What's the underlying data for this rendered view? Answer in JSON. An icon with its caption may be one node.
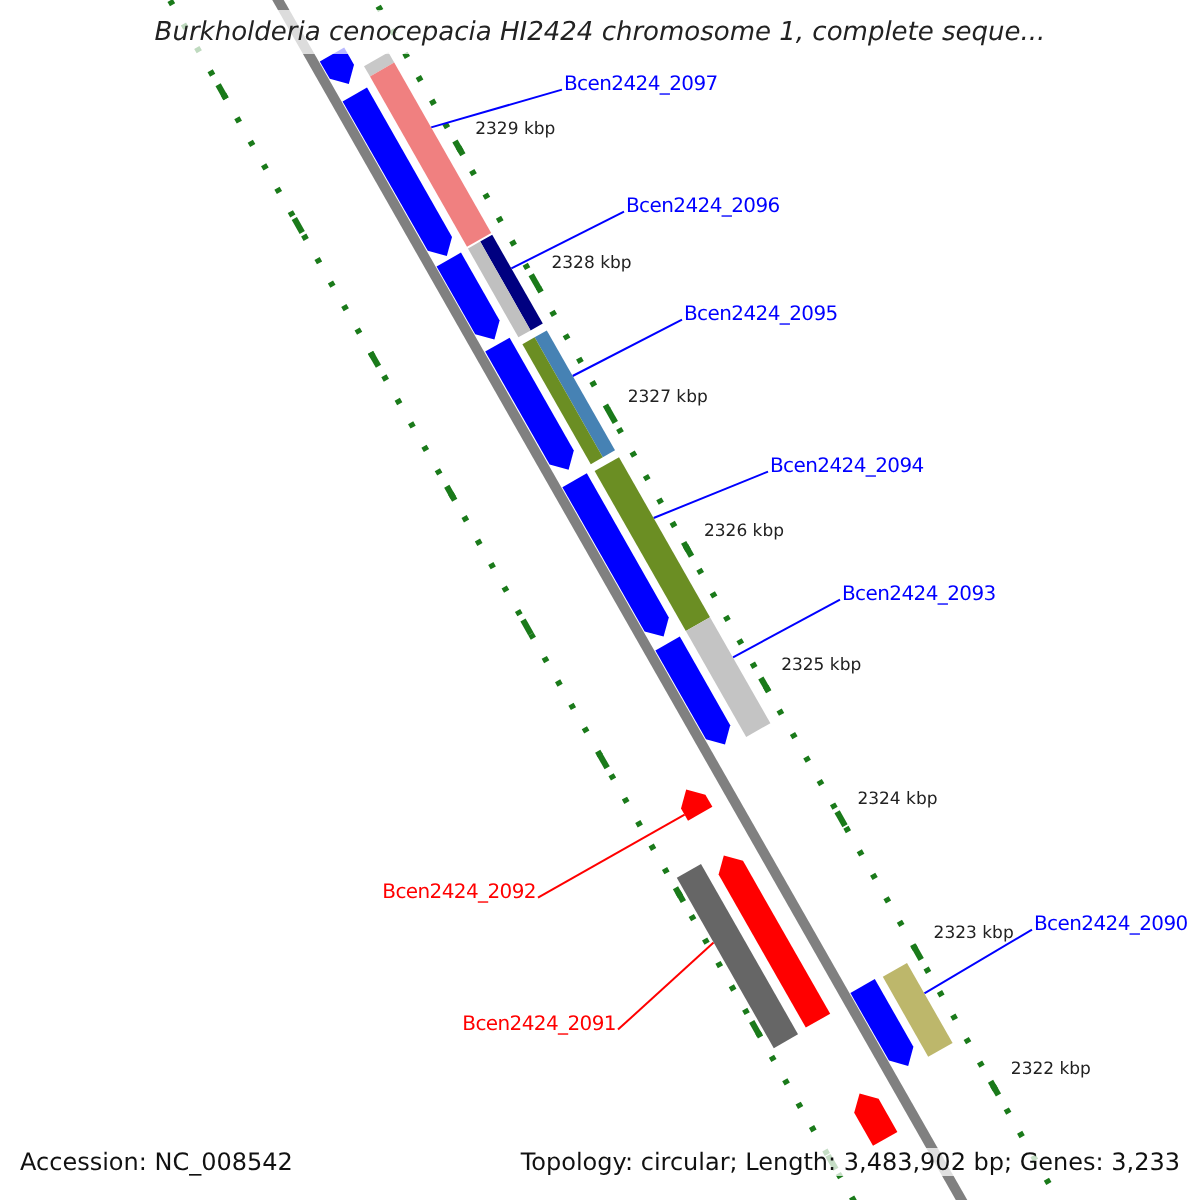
{
  "diagram": {
    "title": "Burkholderia cenocepacia HI2424 chromosome 1, complete seque...",
    "nodes": [
      {
        "text": [],
        "shape": "arrow"
      },
      {
        "text": [],
        "shape": "bar"
      },
      {
        "text": [
          "Bcen2424_2097"
        ]
      },
      {
        "text": [],
        "shape": "bar"
      },
      {
        "text": [],
        "shape": "arrow"
      },
      {
        "text": [
          "Bcen2424_2096"
        ]
      },
      {
        "text": [],
        "shape": "bar"
      },
      {
        "text": [],
        "shape": "arrow"
      },
      {
        "text": [
          "Bcen2424_2095"
        ]
      },
      {
        "text": [],
        "shape": "bar"
      },
      {
        "text": [],
        "shape": "arrow"
      },
      {
        "text": [
          "Bcen2424_2094"
        ]
      },
      {
        "text": [],
        "shape": "bar"
      },
      {
        "text": [],
        "shape": "arrow"
      },
      {
        "text": [
          "Bcen2424_2093"
        ]
      },
      {
        "text": [],
        "shape": "bar"
      },
      {
        "text": [],
        "shape": "arrow"
      },
      {
        "text": [],
        "shape": "arrow"
      },
      {
        "text": [],
        "shape": "arrow"
      },
      {
        "text": [],
        "shape": "bar"
      },
      {
        "text": [
          "Bcen2424_2092"
        ]
      },
      {
        "text": [
          "Bcen2424_2090"
        ]
      },
      {
        "text": [],
        "shape": "bar"
      },
      {
        "text": [],
        "shape": "arrow"
      },
      {
        "text": [
          "Bcen2424_2091"
        ]
      },
      {
        "text": [],
        "shape": "arrow"
      }
    ],
    "edges": [
      {
        "from": 2,
        "to": 3,
        "arrow": "none"
      },
      {
        "from": 5,
        "to": 6,
        "arrow": "none"
      },
      {
        "from": 8,
        "to": 9,
        "arrow": "none"
      },
      {
        "from": 11,
        "to": 12,
        "arrow": "none"
      },
      {
        "from": 14,
        "to": 15,
        "arrow": "none"
      },
      {
        "from": 20,
        "to": 17,
        "arrow": "none",
        "color": "#ff0000"
      },
      {
        "from": 21,
        "to": 22,
        "arrow": "none"
      },
      {
        "from": 24,
        "to": 19,
        "arrow": "none",
        "color": "#ff0000"
      }
    ],
    "labels": [
      "2329 kbp",
      "2328 kbp",
      "2327 kbp",
      "2326 kbp",
      "2325 kbp",
      "2324 kbp",
      "2323 kbp",
      "2322 kbp",
      "Accession: NC_008542",
      "Topology: circular; Length: 3,483,902 bp; Genes: 3,233"
    ]
  }
}
